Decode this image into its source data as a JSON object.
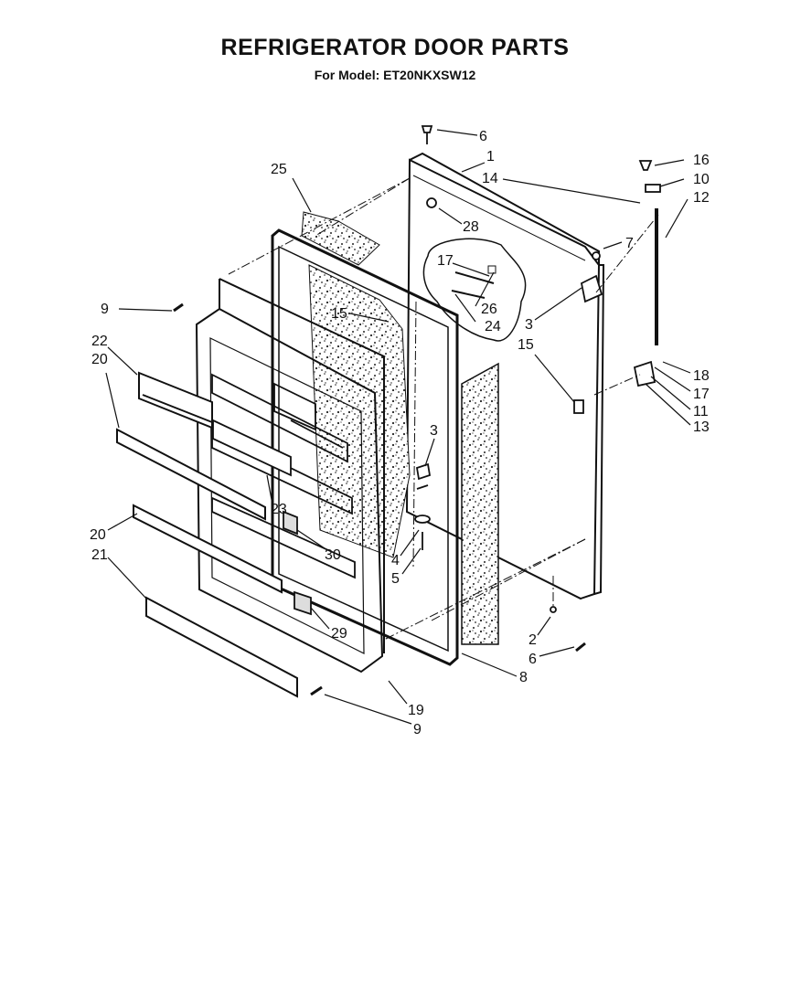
{
  "header": {
    "title": "REFRIGERATOR DOOR PARTS",
    "subtitle": "For Model: ET20NKXSW12"
  },
  "callouts": {
    "c1": "1",
    "c2": "2",
    "c3a": "3",
    "c3b": "3",
    "c4": "4",
    "c5": "5",
    "c6a": "6",
    "c6b": "6",
    "c7": "7",
    "c8": "8",
    "c9a": "9",
    "c9b": "9",
    "c10": "10",
    "c11": "11",
    "c12": "12",
    "c13": "13",
    "c14": "14",
    "c15a": "15",
    "c15b": "15",
    "c16": "16",
    "c17a": "17",
    "c17b": "17",
    "c18": "18",
    "c19": "19",
    "c20a": "20",
    "c20b": "20",
    "c21": "21",
    "c22": "22",
    "c23": "23",
    "c24": "24",
    "c25": "25",
    "c26": "26",
    "c28": "28",
    "c29": "29",
    "c30": "30"
  }
}
